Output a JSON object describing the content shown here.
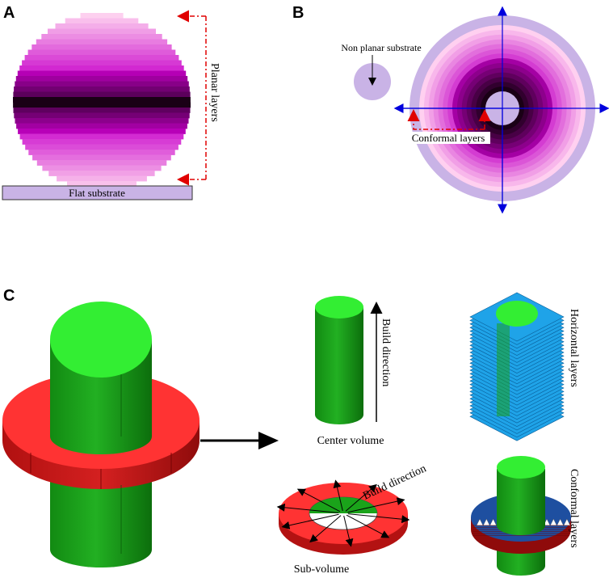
{
  "panels": {
    "a": {
      "letter": "A",
      "substrate_label": "Flat substrate",
      "layers_label": "Planar layers",
      "colors": {
        "substrate": "#c9b3e6",
        "core": "#1a0016",
        "mid": "#c000c0",
        "edge": "#ffd8f0",
        "arrow": "#e00000"
      }
    },
    "b": {
      "letter": "B",
      "substrate_label": "Non planar substrate",
      "layers_label": "Conformal layers",
      "colors": {
        "substrate": "#c9b3e6",
        "axes": "#0000dd",
        "arrow": "#e00000"
      }
    },
    "c": {
      "letter": "C",
      "center_volume_label": "Center volume",
      "build_direction_label": "Build direction",
      "build_direction_label_2": "Build direction",
      "sub_volume_label": "Sub-volume",
      "horizontal_layers_label": "Horizontal layers",
      "conformal_layers_label": "Conformal layers",
      "colors": {
        "cylinder": "#1aa31a",
        "cylinder_top": "#33ee33",
        "ring_top": "#ff3333",
        "ring_side": "#b31212",
        "layers_blue": "#1fa3e8",
        "conformal_blue": "#1e4fa0"
      }
    }
  }
}
